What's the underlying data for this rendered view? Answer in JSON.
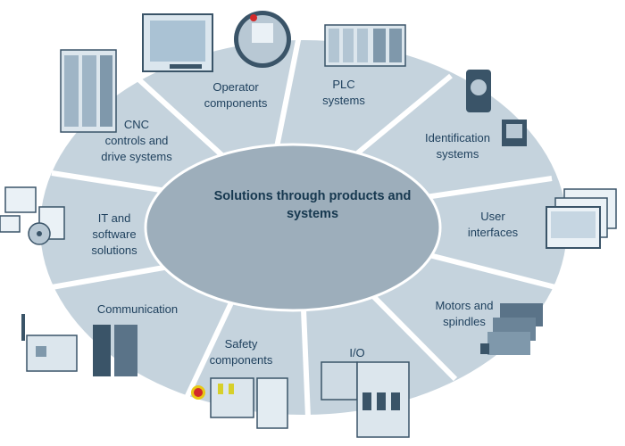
{
  "center": {
    "label": "Solutions through products and\nsystems"
  },
  "segments": [
    {
      "id": "operator",
      "label": "Operator\ncomponents"
    },
    {
      "id": "plc",
      "label": "PLC\nsystems"
    },
    {
      "id": "identification",
      "label": "Identification\nsystems"
    },
    {
      "id": "user-interfaces",
      "label": "User\ninterfaces"
    },
    {
      "id": "motors",
      "label": "Motors and\nspindles"
    },
    {
      "id": "io",
      "label": "I/O"
    },
    {
      "id": "safety",
      "label": "Safety\ncomponents"
    },
    {
      "id": "communication",
      "label": "Communication"
    },
    {
      "id": "it-software",
      "label": "IT and\nsoftware\nsolutions"
    },
    {
      "id": "cnc",
      "label": "CNC\ncontrols and\ndrive systems"
    }
  ],
  "colors": {
    "ring": "#c5d3dd",
    "center": "#9daebb",
    "divider": "#ffffff",
    "text": "#1d3f5c"
  }
}
